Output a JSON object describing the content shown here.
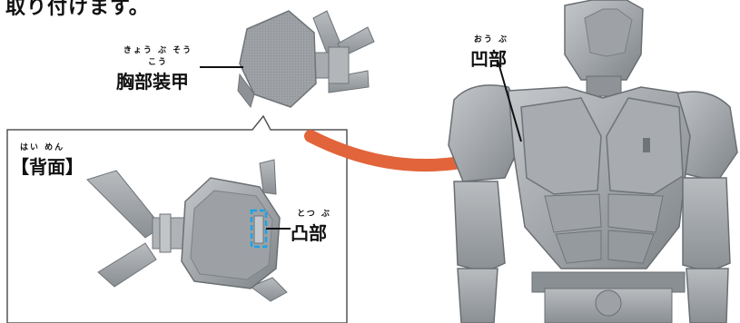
{
  "instruction": {
    "text": "取り付けます。"
  },
  "callouts": {
    "chest_armor": {
      "ruby": "きょう ぶ そう こう",
      "text": "胸部装甲"
    },
    "concave": {
      "ruby": "おう ぶ",
      "text": "凹部"
    },
    "back_view": {
      "ruby": "はい めん",
      "text": "【背面】"
    },
    "convex": {
      "ruby": "とつ ぶ",
      "text": "凸部"
    }
  },
  "colors": {
    "arrow": "#e2643a",
    "part_gray": "#9a9ea2",
    "part_dark": "#6f7478",
    "highlight": "#1aa3e8",
    "panel_border": "#555555"
  }
}
